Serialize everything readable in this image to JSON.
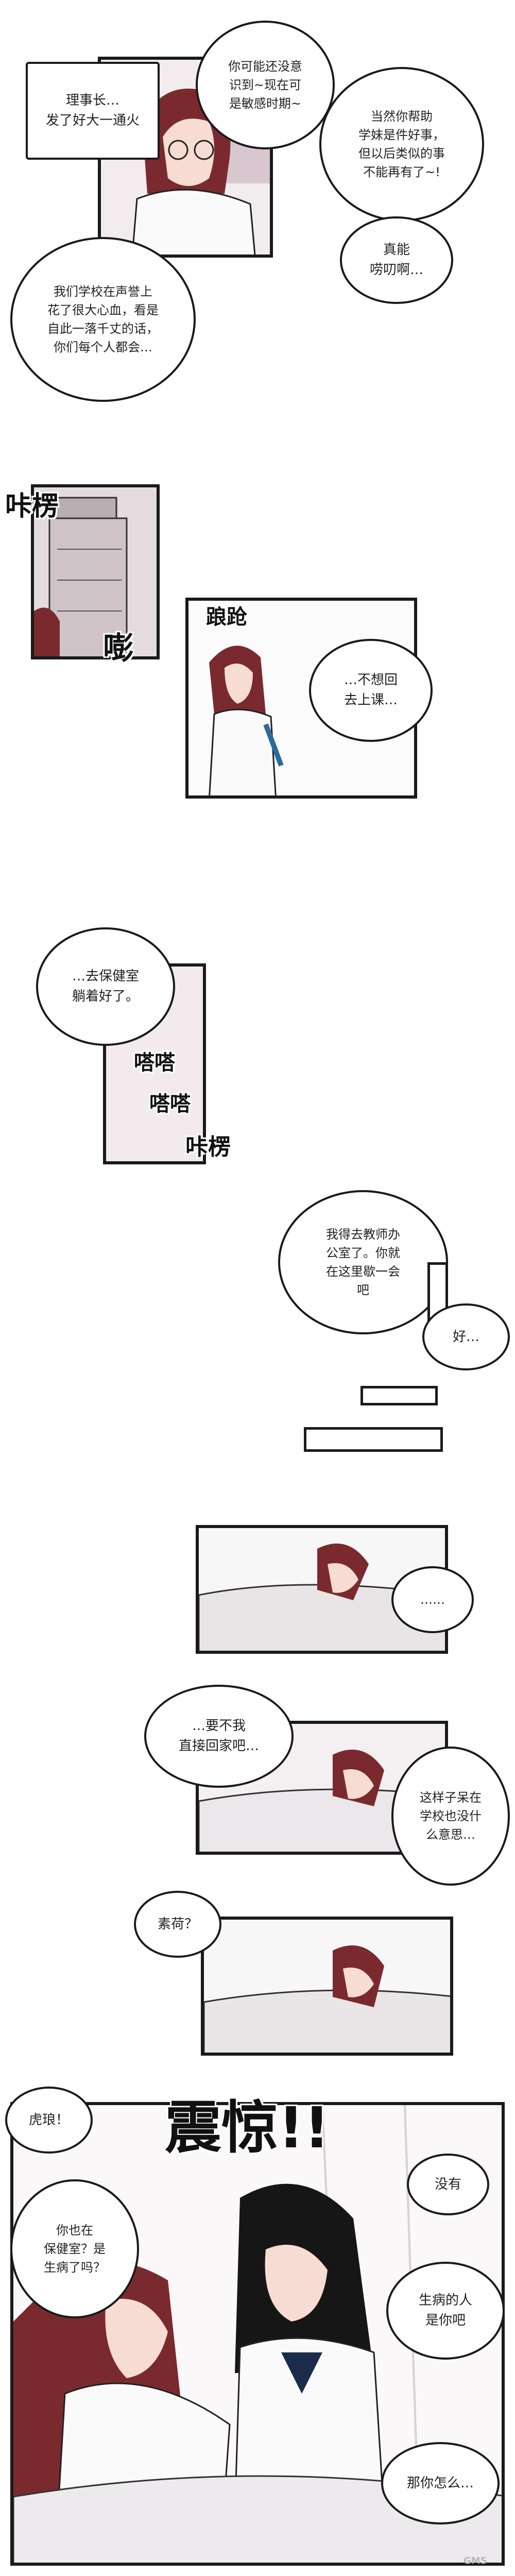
{
  "bubbles": {
    "b1": "理事长…\n发了好大一通火",
    "b2": "你可能还没意\n识到~现在可\n是敏感时期~",
    "b3": "当然你帮助\n学妹是件好事，\n但以后类似的事\n不能再有了~!",
    "b4": "真能\n唠叨啊…",
    "b5": "我们学校在声誉上\n花了很大心血，看是\n自此一落千丈的话，\n你们每个人都会…",
    "b6": "…不想回\n去上课…",
    "b7": "…去保健室\n躺着好了。",
    "b8": "我得去教师办\n公室了。你就\n在这里歇一会\n吧",
    "b9": "好…",
    "b10": "……",
    "b11": "…要不我\n直接回家吧…",
    "b12": "这样子呆在\n学校也没什\n么意思…",
    "b13": "素荷？",
    "b14": "虎琅！",
    "b15": "你也在\n保健室？是\n生病了吗？",
    "b16": "没有",
    "b17": "生病的人\n是你吧",
    "b18": "那你怎么…"
  },
  "sfx": {
    "s1": "咔楞",
    "s2": "嘭",
    "s3": "踉跄",
    "s4": "嗒嗒",
    "s5": "嗒嗒",
    "s6": "咔楞",
    "s7": "震惊!!"
  },
  "watermark": "GMS"
}
